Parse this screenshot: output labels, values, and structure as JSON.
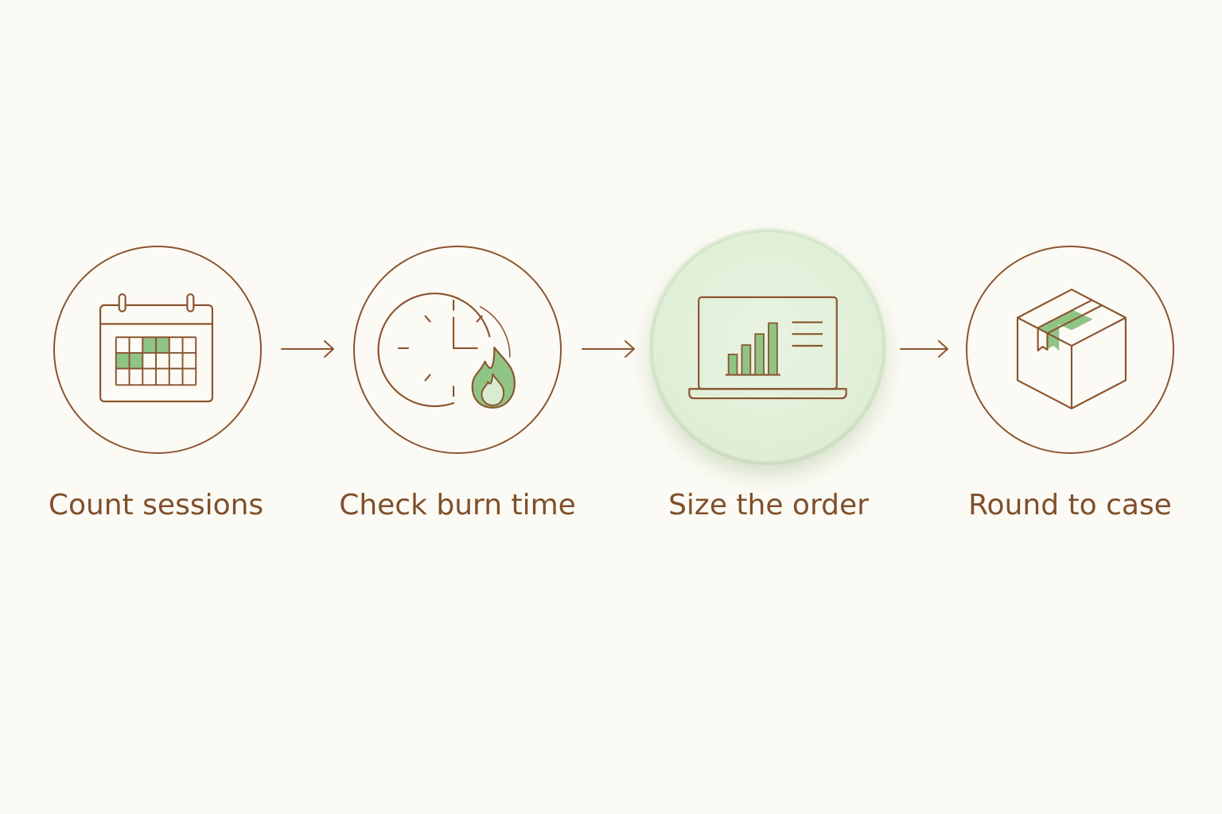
{
  "colors": {
    "background": "#fcfaf4",
    "stroke": "#8a5530",
    "accent_green": "#8fc485",
    "highlight_fill": "#e3f0da",
    "label_text": "#7f4f2c"
  },
  "steps": [
    {
      "label": "Count sessions",
      "icon": "calendar-icon",
      "highlighted": false
    },
    {
      "label": "Check burn time",
      "icon": "clock-flame-icon",
      "highlighted": false
    },
    {
      "label": "Size the order",
      "icon": "laptop-chart-icon",
      "highlighted": true
    },
    {
      "label": "Round to case",
      "icon": "box-icon",
      "highlighted": false
    }
  ],
  "connectors": [
    {
      "icon": "arrow-right-icon"
    },
    {
      "icon": "arrow-right-icon"
    },
    {
      "icon": "arrow-right-icon"
    }
  ]
}
